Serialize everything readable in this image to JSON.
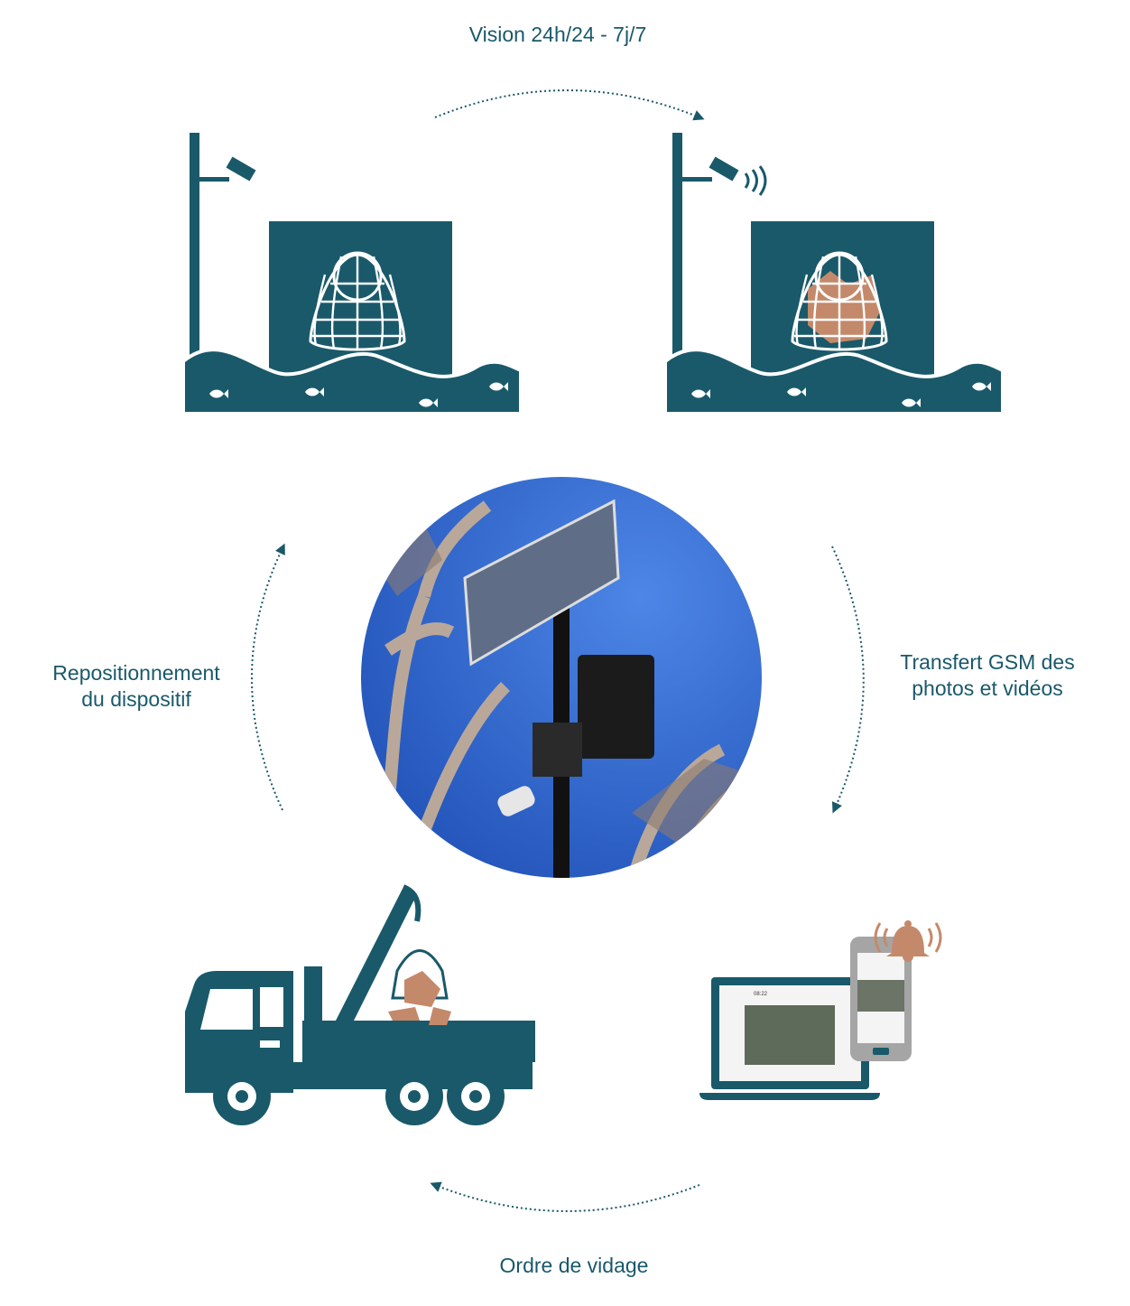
{
  "colors": {
    "primary": "#19596a",
    "accent": "#c4896a",
    "sky": "#3f73d6"
  },
  "steps": {
    "top": "Vision 24h/24 - 7j/7",
    "right_line1": "Transfert GSM des",
    "right_line2": "photos et vidéos",
    "bottom": "Ordre de vidage",
    "left_line1": "Repositionnement",
    "left_line2": "du dispositif"
  },
  "laptop_screen": {
    "time": "08:22"
  }
}
